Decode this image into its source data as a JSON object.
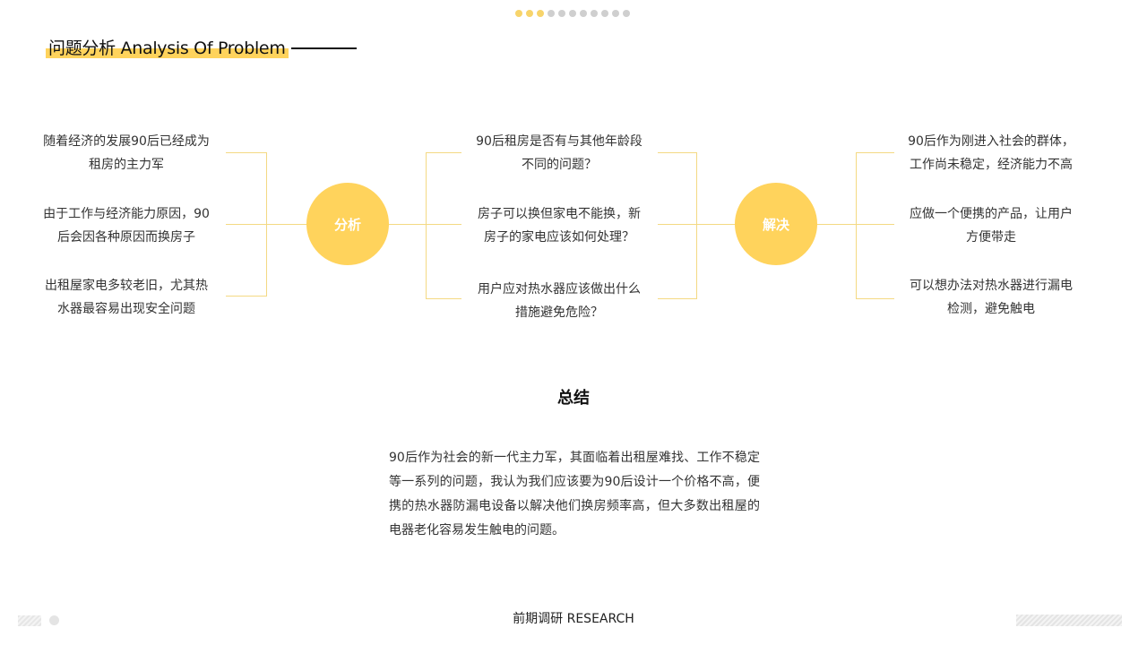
{
  "pagination": {
    "total": 11,
    "active": [
      0,
      1,
      2
    ],
    "active_color": "#f7d46b",
    "inactive_color": "#cfcfcf"
  },
  "header": {
    "title": "问题分析 Analysis Of Problem",
    "highlight_color": "#ffd35c"
  },
  "left_column": [
    {
      "line1": "随着经济的发展90后已经成为",
      "line2": "租房的主力军"
    },
    {
      "line1": "由于工作与经济能力原因，90",
      "line2": "后会因各种原因而换房子"
    },
    {
      "line1": "出租屋家电多较老旧，尤其热",
      "line2": "水器最容易出现安全问题"
    }
  ],
  "middle_column": [
    {
      "line1": "90后租房是否有与其他年龄段",
      "line2": "不同的问题？"
    },
    {
      "line1": "房子可以换但家电不能换，新",
      "line2": "房子的家电应该如何处理？"
    },
    {
      "line1": "用户应对热水器应该做出什么",
      "line2": "措施避免危险？"
    }
  ],
  "right_column": [
    {
      "line1": "90后作为刚进入社会的群体，",
      "line2": "工作尚未稳定，经济能力不高"
    },
    {
      "line1": "应做一个便携的产品，让用户",
      "line2": "方便带走"
    },
    {
      "line1": "可以想办法对热水器进行漏电",
      "line2": "检测，避免触电"
    }
  ],
  "nodes": {
    "analysis": "分析",
    "solution": "解决"
  },
  "summary": {
    "title": "总结",
    "body": "90后作为社会的新一代主力军，其面临着出租屋难找、工作不稳定等一系列的问题，我认为我们应该要为90后设计一个价格不高，便携的热水器防漏电设备以解决他们换房频率高，但大多数出租屋的电器老化容易发生触电的问题。"
  },
  "footer": {
    "label": "前期调研 RESEARCH"
  }
}
